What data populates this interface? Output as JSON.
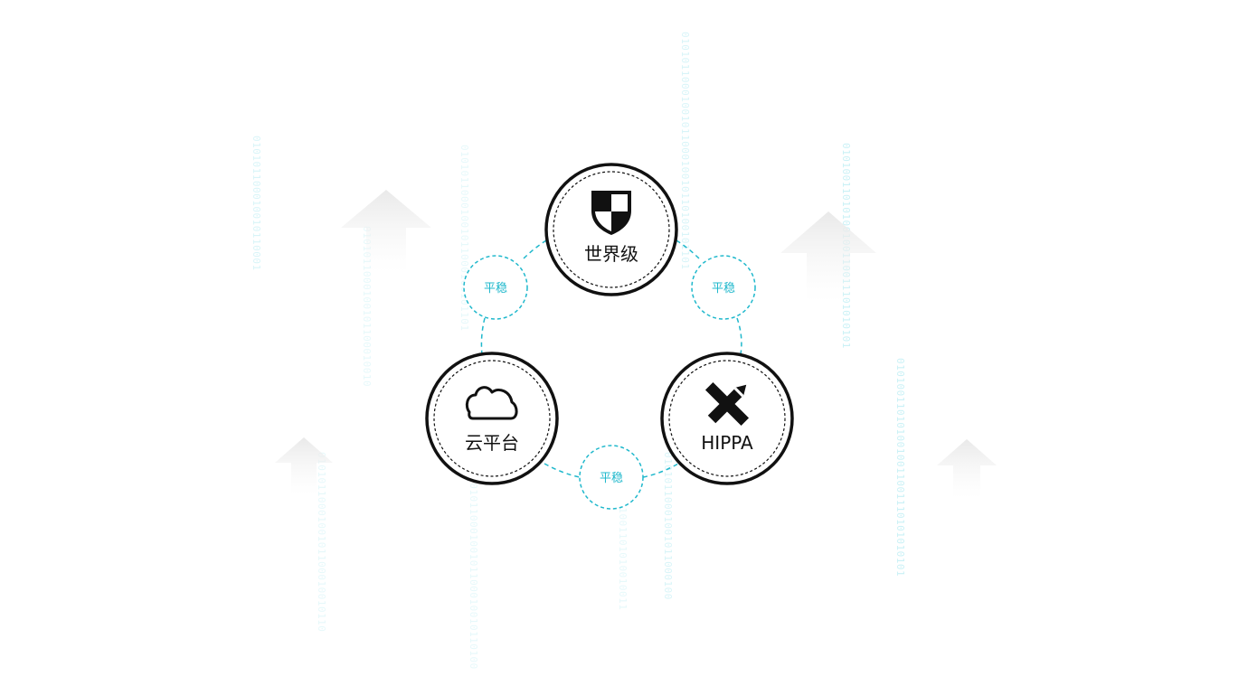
{
  "nodes": {
    "top": {
      "label": "世界级",
      "icon": "shield-icon"
    },
    "left": {
      "label": "云平台",
      "icon": "cloud-icon"
    },
    "right": {
      "label": "HIPPA",
      "icon": "pencil-ruler-icon"
    }
  },
  "connectors": {
    "left_top": {
      "label": "平稳"
    },
    "top_right": {
      "label": "平稳"
    },
    "left_right": {
      "label": "平稳"
    }
  },
  "background": {
    "binary_strings": [
      "010101100010010110001",
      "0101011000100101100010010",
      "01010110001001011000100101101",
      "0101011000100101100010010110100101101",
      "01010011010100100110011101010101",
      "0101001101010010011001110101010101",
      "0101011000100101100010010110",
      "0101011000100101100010010110100",
      "01010110001001011000100",
      "0101001101010010011"
    ]
  },
  "colors": {
    "accent": "#1fb8cc",
    "ring": "#111111",
    "arrow": "#efefef"
  }
}
